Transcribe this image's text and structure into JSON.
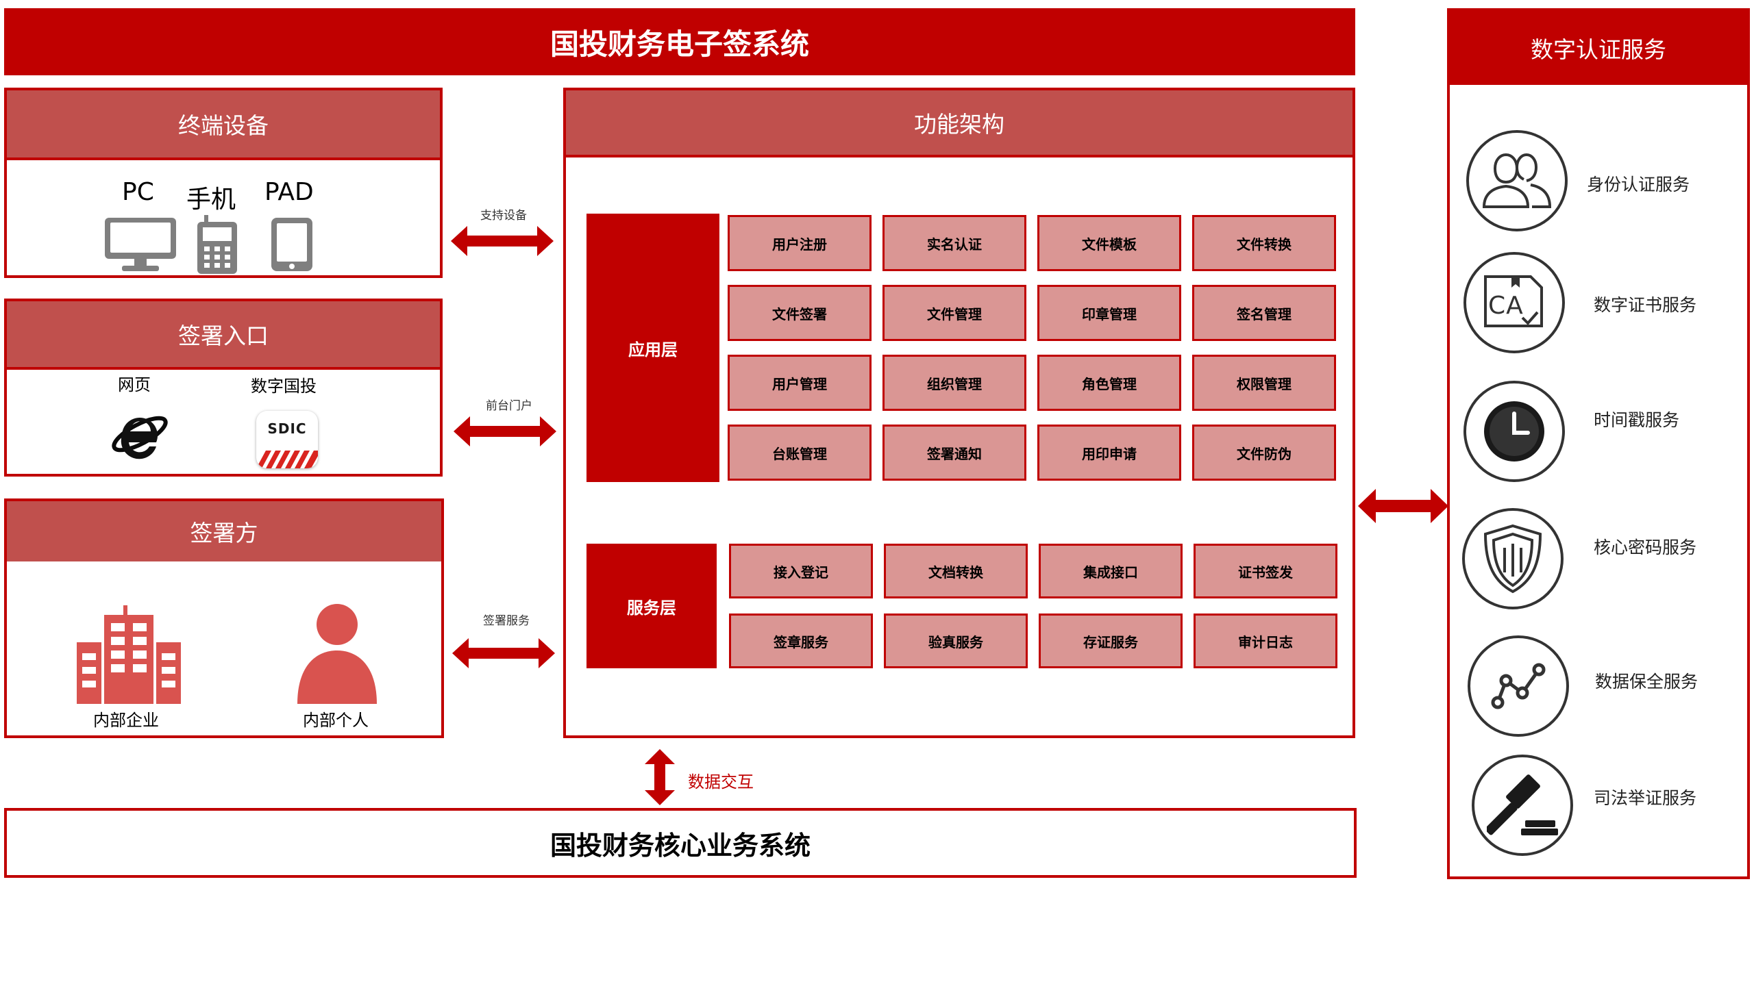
{
  "top_title": "国投财务电子签系统",
  "bottom_title": "国投财务核心业务系统",
  "terminal": {
    "title": "终端设备",
    "devices": [
      "PC",
      "手机",
      "PAD"
    ]
  },
  "entry": {
    "title": "签署入口",
    "items": [
      "网页",
      "数字国投"
    ],
    "sdic_logo": "SDIC"
  },
  "signer": {
    "title": "签署方",
    "items": [
      "内部企业",
      "内部个人"
    ]
  },
  "connectors": {
    "devices": "支持设备",
    "portal": "前台门户",
    "sign_service": "签署服务",
    "data_exchange": "数据交互"
  },
  "arch": {
    "title": "功能架构",
    "app_layer": {
      "label": "应用层",
      "rows": [
        [
          "用户注册",
          "实名认证",
          "文件模板",
          "文件转换"
        ],
        [
          "文件签署",
          "文件管理",
          "印章管理",
          "签名管理"
        ],
        [
          "用户管理",
          "组织管理",
          "角色管理",
          "权限管理"
        ],
        [
          "台账管理",
          "签署通知",
          "用印申请",
          "文件防伪"
        ]
      ]
    },
    "service_layer": {
      "label": "服务层",
      "rows": [
        [
          "接入登记",
          "文档转换",
          "集成接口",
          "证书签发"
        ],
        [
          "签章服务",
          "验真服务",
          "存证服务",
          "审计日志"
        ]
      ]
    }
  },
  "digital": {
    "title": "数字认证服务",
    "services": [
      {
        "label": "身份认证服务",
        "icon": "users-icon"
      },
      {
        "label": "数字证书服务",
        "icon": "ca-certificate-icon",
        "glyph": "CA"
      },
      {
        "label": "时间戳服务",
        "icon": "clock-icon"
      },
      {
        "label": "核心密码服务",
        "icon": "shield-icon"
      },
      {
        "label": "数据保全服务",
        "icon": "nodes-icon"
      },
      {
        "label": "司法举证服务",
        "icon": "gavel-icon"
      }
    ]
  },
  "colors": {
    "primary": "#c00000",
    "panel_header": "#c0504d",
    "cell": "#da9694",
    "icon_red": "#d9534f",
    "device_gray": "#7f7f7f"
  }
}
